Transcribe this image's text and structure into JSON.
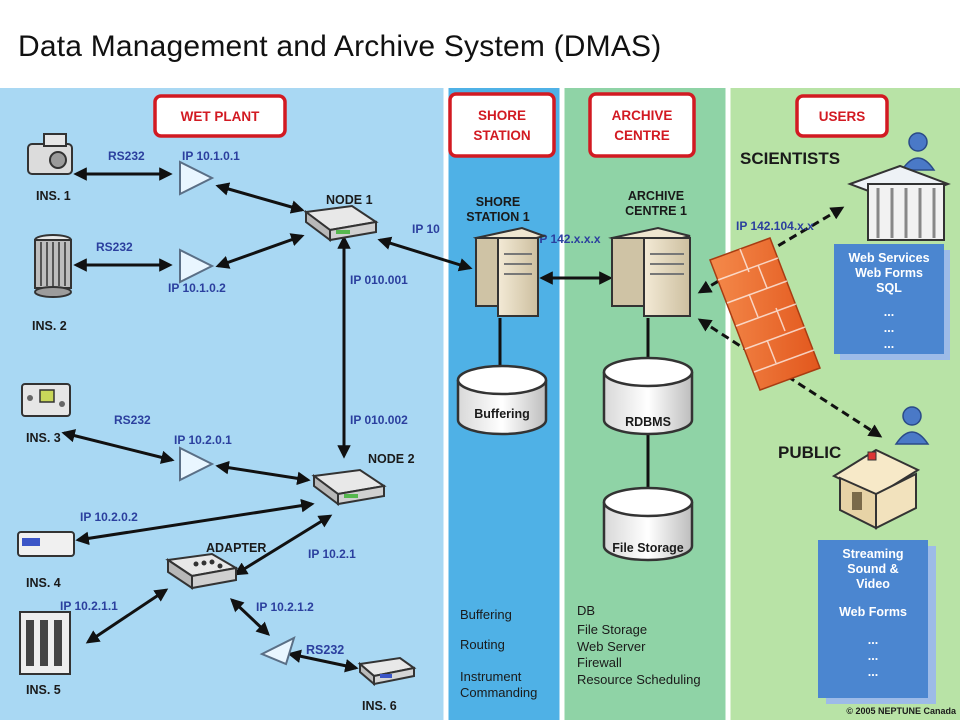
{
  "title": "Data Management and Archive System (DMAS)",
  "panels": {
    "wet_plant": "WET PLANT",
    "shore_station": [
      "SHORE",
      "STATION"
    ],
    "archive_centre": [
      "ARCHIVE",
      "CENTRE"
    ],
    "users": "USERS"
  },
  "instruments": {
    "ins1": "INS. 1",
    "ins2": "INS. 2",
    "ins3": "INS. 3",
    "ins4": "INS. 4",
    "ins5": "INS. 5",
    "ins6": "INS. 6"
  },
  "nodes": {
    "node1": "NODE 1",
    "node2": "NODE 2",
    "adapter": "ADAPTER"
  },
  "links": {
    "rs232_1": "RS232",
    "ip_1": "IP 10.1.0.1",
    "rs232_2": "RS232",
    "ip_2": "IP 10.1.0.2",
    "rs232_3": "RS232",
    "ip_3": "IP 10.2.0.1",
    "ip_4": "IP 10.2.0.2",
    "ip_adapter": "IP 10.2.1",
    "ip_5": "IP 10.2.1.1",
    "ip_6": "IP 10.2.1.2",
    "rs232_6": "RS232",
    "ip_node1": "IP 010.001",
    "ip_node2": "IP 010.002",
    "ip_shore": "IP 10",
    "ip_archive": "IP 142.x.x.x",
    "ip_users": "IP 142.104.x.x"
  },
  "shore": {
    "server_label": [
      "SHORE",
      "STATION 1"
    ],
    "buffer_db": "Buffering",
    "functions": [
      "Buffering",
      "Routing",
      "Instrument",
      "Commanding"
    ]
  },
  "archive": {
    "server_label": [
      "ARCHIVE",
      "CENTRE 1"
    ],
    "rdbms": "RDBMS",
    "file_storage": "File Storage",
    "functions": [
      "DB",
      "File Storage",
      "Web Server",
      "Firewall",
      "Resource Scheduling"
    ]
  },
  "users": {
    "scientists": "SCIENTISTS",
    "public": "PUBLIC",
    "scientist_services": [
      "Web Services",
      "Web Forms",
      "SQL",
      "...",
      "...",
      "..."
    ],
    "public_services": [
      "Streaming",
      "Sound &",
      "Video",
      "Web Forms",
      "...",
      "...",
      "..."
    ]
  },
  "copyright": "© 2005 NEPTUNE Canada",
  "colors": {
    "wet_plant_bg": "#a9d8f3",
    "shore_bg": "#4fb1e6",
    "archive_bg": "#8fd3a6",
    "users_bg": "#b8e3a6",
    "label_border": "#d21a22",
    "service_box": "#4b86d0",
    "firewall": "#ee6b2a"
  }
}
